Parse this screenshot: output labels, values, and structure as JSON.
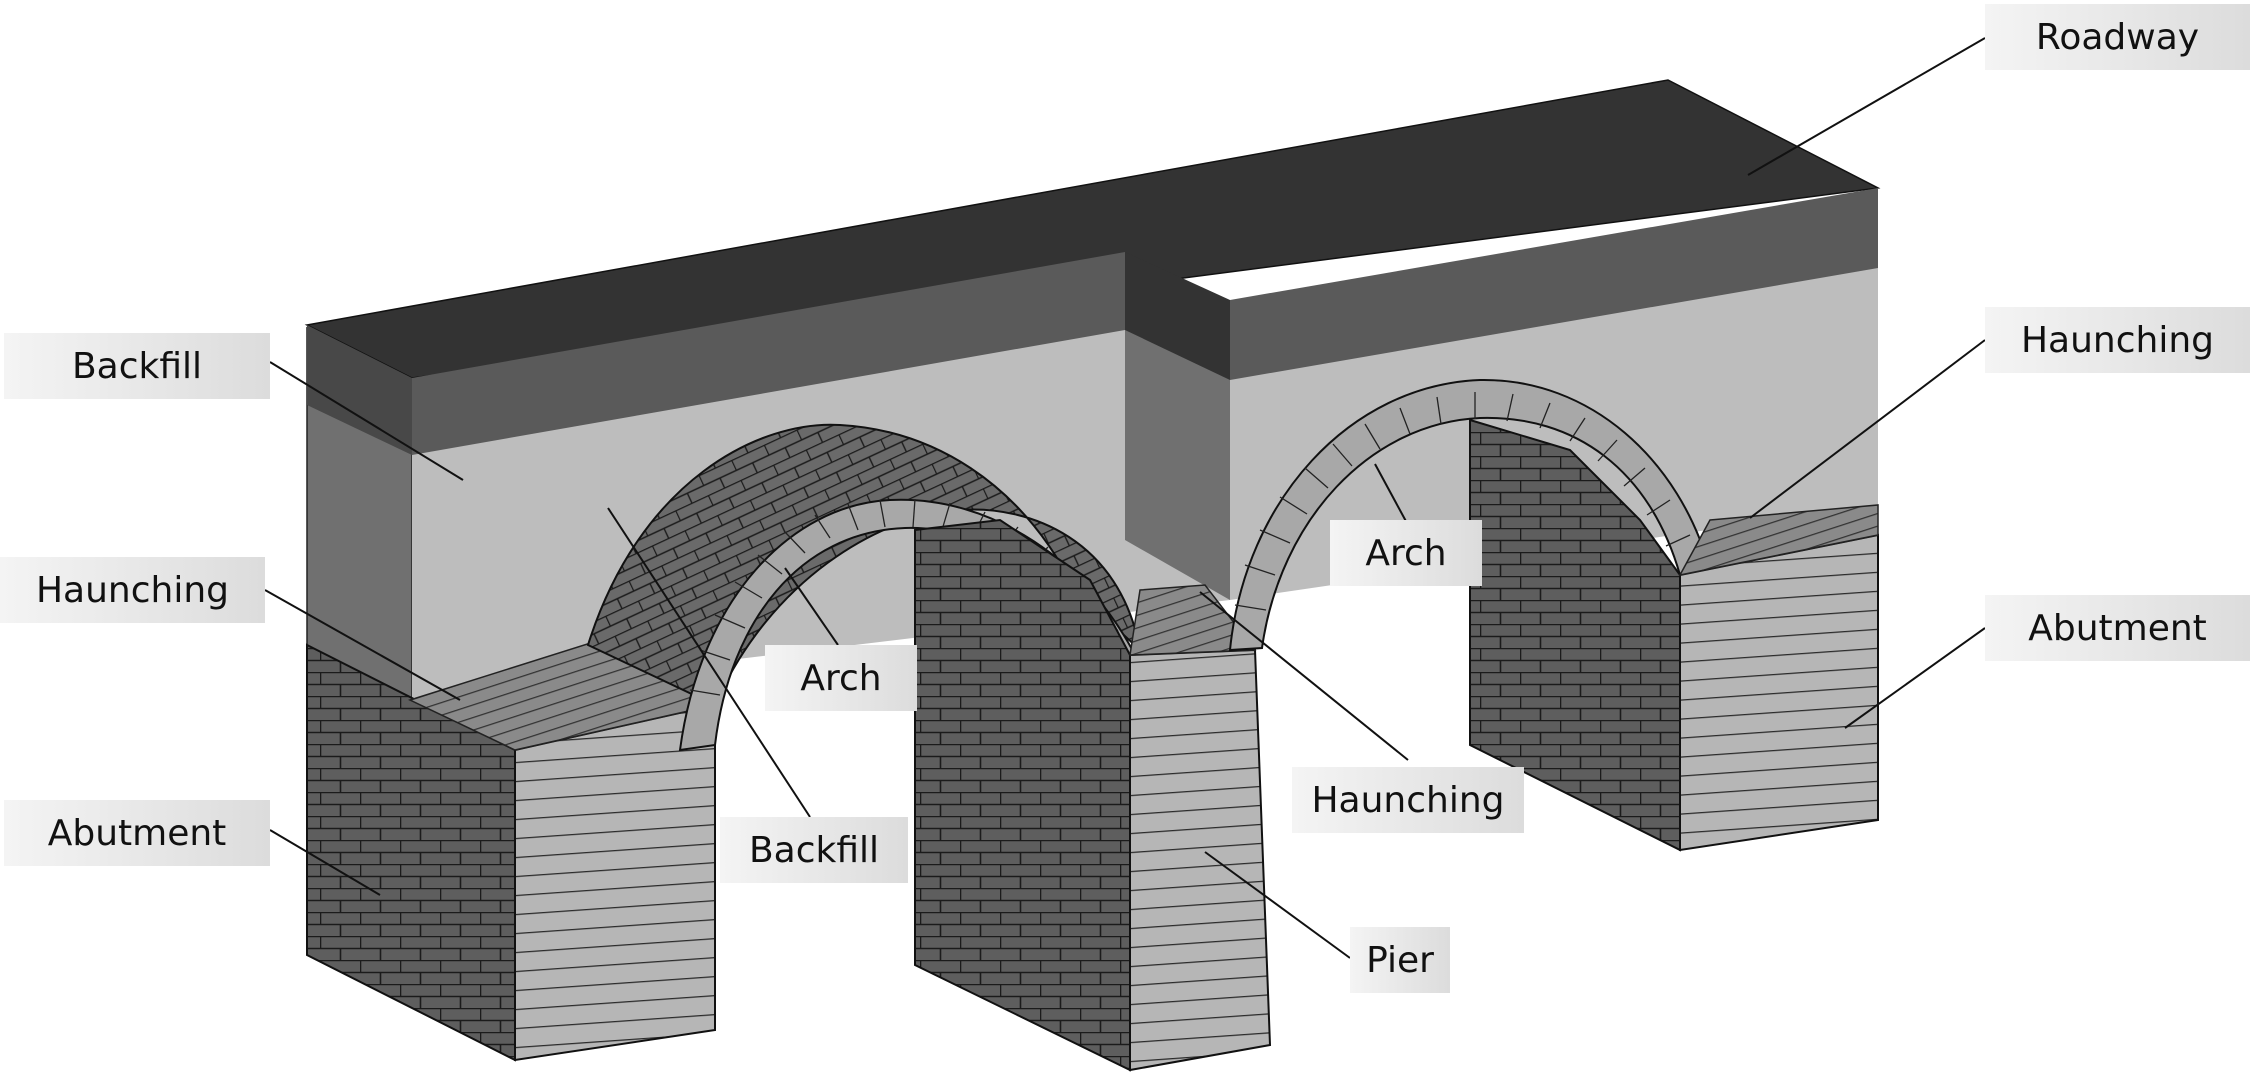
{
  "labels": {
    "roadway": "Roadway",
    "backfill_left": "Backfill",
    "haunching_left": "Haunching",
    "abutment_left": "Abutment",
    "arch_left": "Arch",
    "backfill_center": "Backfill",
    "arch_right": "Arch",
    "haunching_center": "Haunching",
    "pier": "Pier",
    "haunching_right": "Haunching",
    "abutment_right": "Abutment"
  },
  "colors": {
    "roadway_top": "#333333",
    "roadway_side": "#5a5a5a",
    "backfill": "#bdbdbd",
    "backfill_side": "#707070",
    "masonry_dark": "#5e5e5e",
    "masonry_light": "#b5b5b5",
    "leader_line": "#111111"
  }
}
